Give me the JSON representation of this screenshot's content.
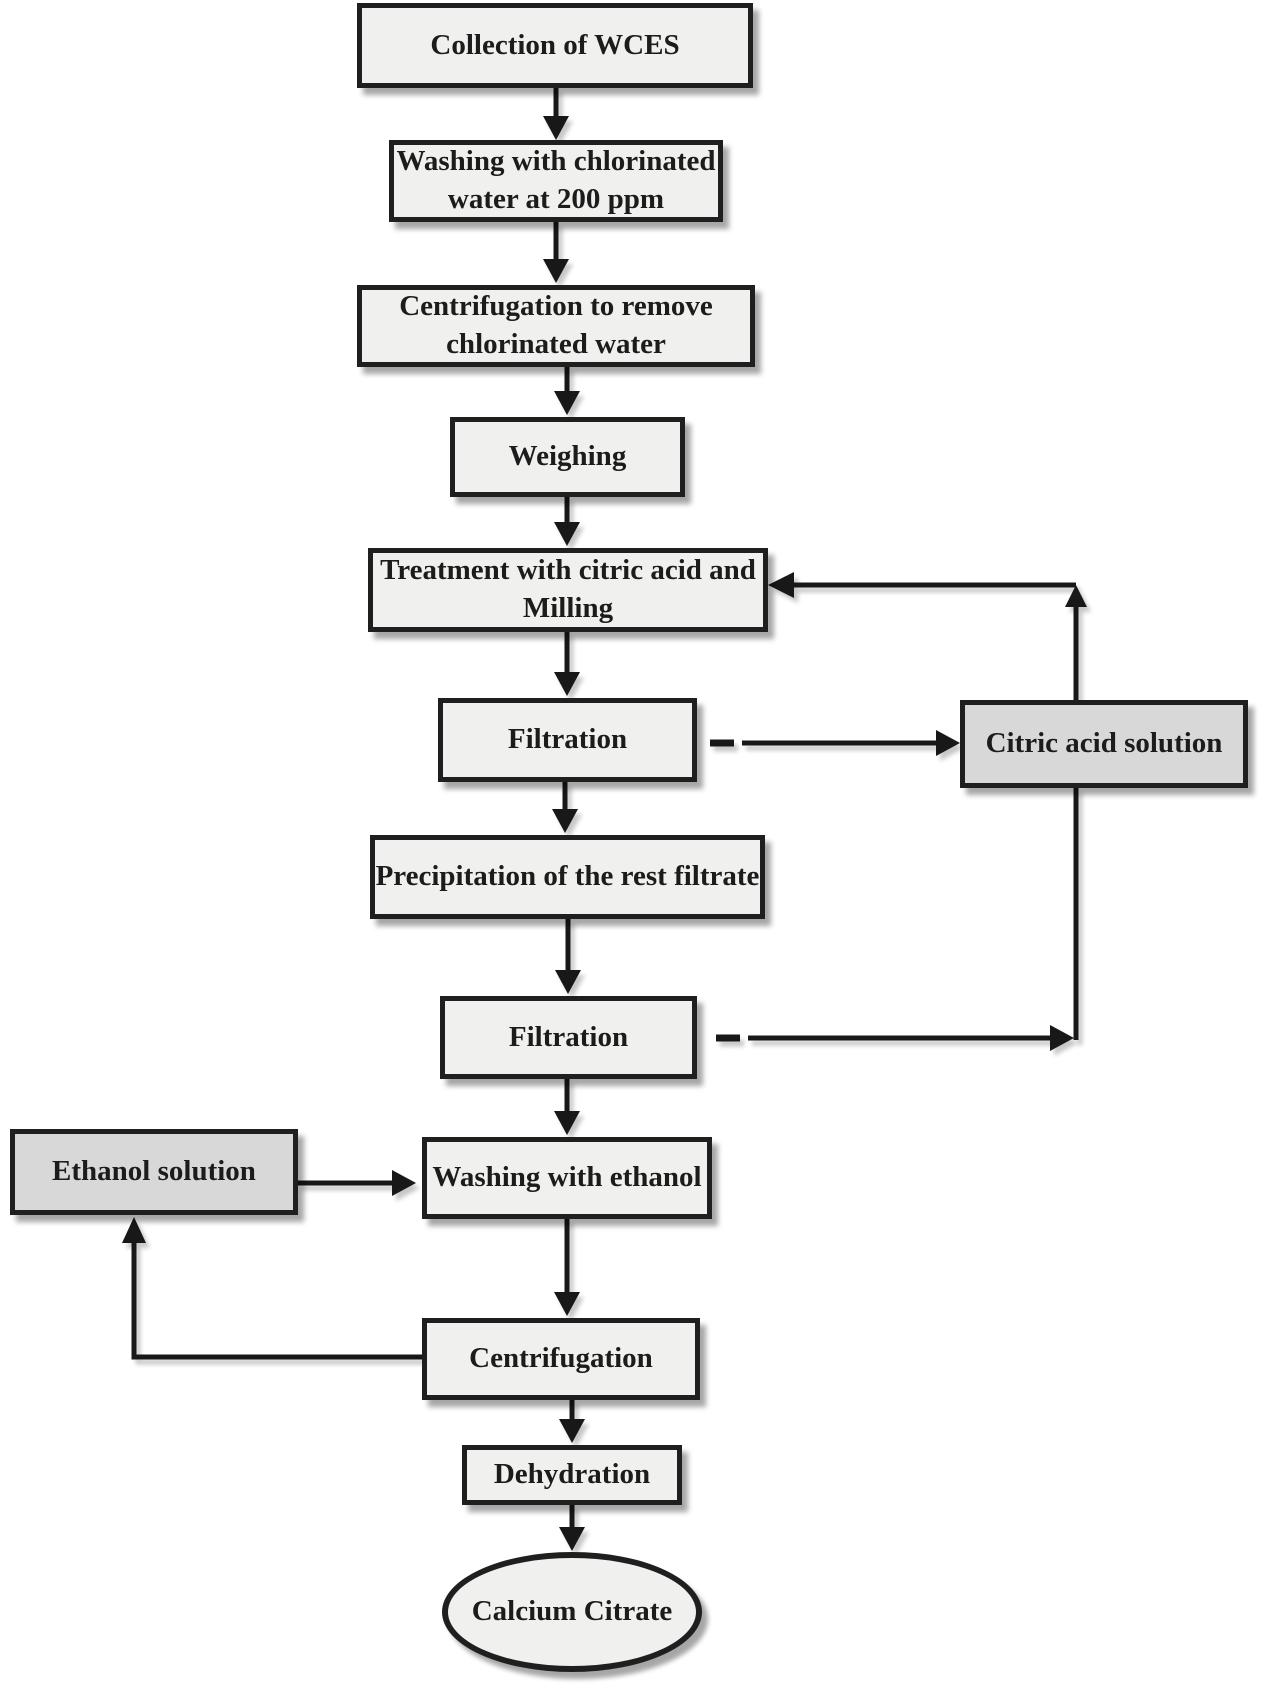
{
  "nodes": {
    "collection": {
      "label": "Collection of WCES"
    },
    "washing_chlorinated": {
      "label": "Washing with chlorinated\nwater at 200 ppm"
    },
    "centrifugation_remove": {
      "label": "Centrifugation to remove\nchlorinated water"
    },
    "weighing": {
      "label": "Weighing"
    },
    "treatment": {
      "label": "Treatment with citric acid and\nMilling"
    },
    "filtration1": {
      "label": "Filtration"
    },
    "citric_acid_solution": {
      "label": "Citric acid solution"
    },
    "precipitation": {
      "label": "Precipitation of the rest filtrate"
    },
    "filtration2": {
      "label": "Filtration"
    },
    "ethanol_solution": {
      "label": "Ethanol solution"
    },
    "washing_ethanol": {
      "label": "Washing with ethanol"
    },
    "centrifugation": {
      "label": "Centrifugation"
    },
    "dehydration": {
      "label": "Dehydration"
    },
    "calcium_citrate": {
      "label": "Calcium Citrate"
    }
  },
  "edges": [
    {
      "from": "collection",
      "to": "washing_chlorinated"
    },
    {
      "from": "washing_chlorinated",
      "to": "centrifugation_remove"
    },
    {
      "from": "centrifugation_remove",
      "to": "weighing"
    },
    {
      "from": "weighing",
      "to": "treatment"
    },
    {
      "from": "treatment",
      "to": "filtration1"
    },
    {
      "from": "filtration1",
      "to": "citric_acid_solution"
    },
    {
      "from": "filtration1",
      "to": "precipitation"
    },
    {
      "from": "precipitation",
      "to": "filtration2"
    },
    {
      "from": "filtration2",
      "to": "citric_acid_solution"
    },
    {
      "from": "citric_acid_solution",
      "to": "treatment"
    },
    {
      "from": "filtration2",
      "to": "washing_ethanol"
    },
    {
      "from": "ethanol_solution",
      "to": "washing_ethanol"
    },
    {
      "from": "washing_ethanol",
      "to": "centrifugation"
    },
    {
      "from": "centrifugation",
      "to": "ethanol_solution"
    },
    {
      "from": "centrifugation",
      "to": "dehydration"
    },
    {
      "from": "dehydration",
      "to": "calcium_citrate"
    }
  ],
  "colors": {
    "bg": "#ffffff",
    "box_fill": "#f0f0ee",
    "accent_fill": "#d8d8d8",
    "border_color": "#1f1f1f",
    "arrow_color": "#181818",
    "text_color": "#1c1c1c"
  }
}
